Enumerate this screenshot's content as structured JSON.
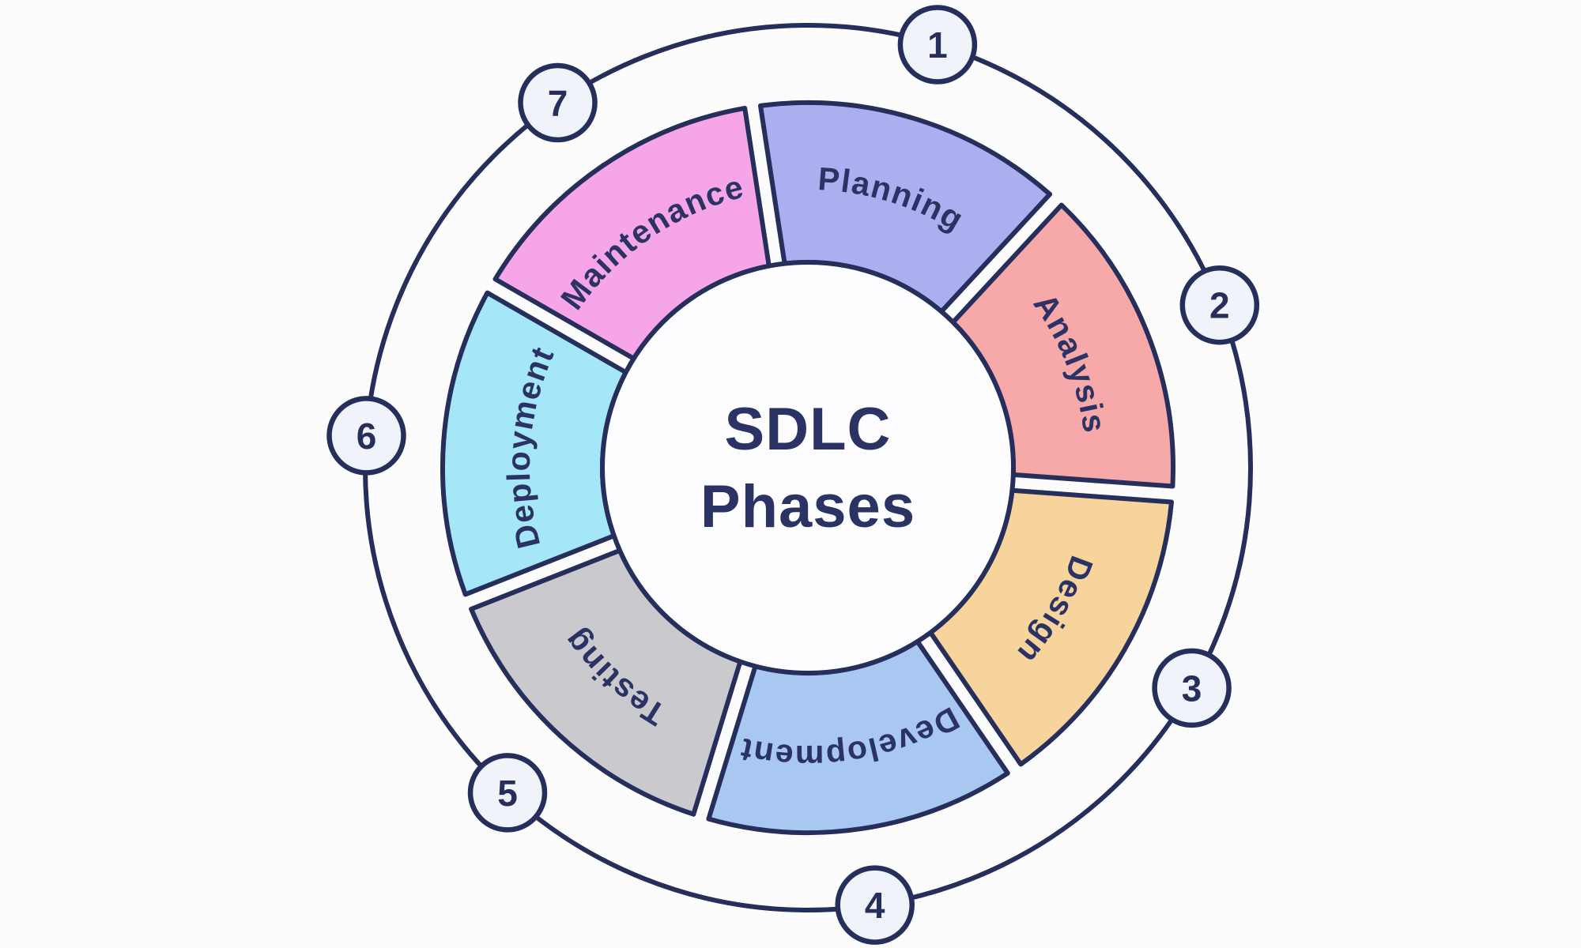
{
  "title": {
    "line1": "SDLC",
    "line2": "Phases"
  },
  "phases": [
    {
      "number": "1",
      "label": "Planning",
      "color": "#abaff0"
    },
    {
      "number": "2",
      "label": "Analysis",
      "color": "#f7a8a8"
    },
    {
      "number": "3",
      "label": "Design",
      "color": "#f6d49c"
    },
    {
      "number": "4",
      "label": "Development",
      "color": "#a8c8f2"
    },
    {
      "number": "5",
      "label": "Testing",
      "color": "#cacace"
    },
    {
      "number": "6",
      "label": "Deployment",
      "color": "#a5e7f9"
    },
    {
      "number": "7",
      "label": "Maintenance",
      "color": "#f6a6e8"
    }
  ],
  "colors": {
    "stroke": "#262e5c",
    "label_text": "#2a3363",
    "badge_fill": "#f0f3f9",
    "center_fill": "#fdfdff",
    "background": "#fcfcfd"
  }
}
